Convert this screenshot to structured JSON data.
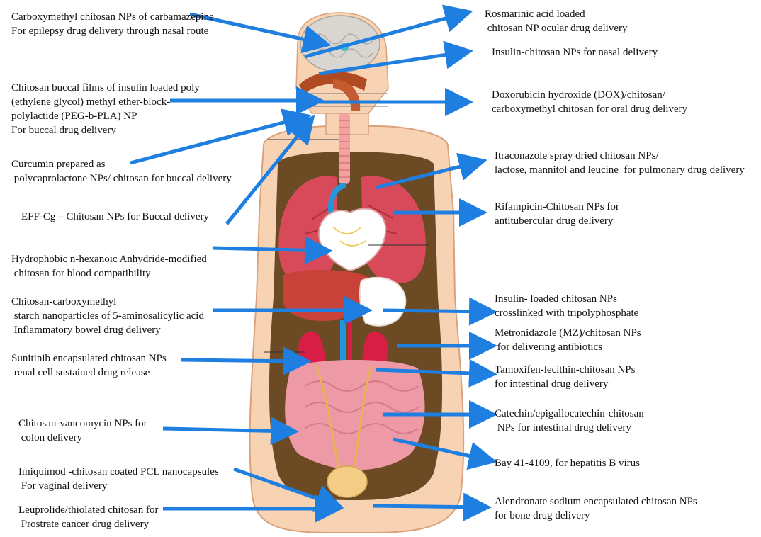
{
  "colors": {
    "arrow": "#1f7fe0",
    "skin": "#f8d3b3",
    "skin_edge": "#d9a27c",
    "cavity": "#6b4a24",
    "organ_red": "#d84a5a",
    "organ_pink": "#ee9aa6",
    "liver": "#c9423a",
    "kidney": "#d81e44",
    "vessel_blue": "#2596d8",
    "ureter": "#e8b352",
    "bladder": "#f3cd86",
    "brain": "#d9d6d2"
  },
  "labels": [
    {
      "id": "carbamazepine",
      "text": "Carboxymethyl chitosan NPs of carbamazepine\nFor epilepsy drug delivery through nasal route"
    },
    {
      "id": "insulin-buccal",
      "text": "Chitosan buccal films of insulin loaded poly\n(ethylene glycol) methyl ether-block-\npolylactide (PEG-b-PLA) NP\nFor buccal drug delivery"
    },
    {
      "id": "curcumin",
      "text": "Curcumin prepared as\n polycaprolactone NPs/ chitosan for buccal delivery"
    },
    {
      "id": "eff-cg",
      "text": "EFF-Cg – Chitosan NPs for Buccal delivery"
    },
    {
      "id": "hexanoic",
      "text": "Hydrophobic n-hexanoic Anhydride-modified\n chitosan for blood compatibility"
    },
    {
      "id": "aminosalicylic",
      "text": "Chitosan-carboxymethyl\n starch nanoparticles of 5-aminosalicylic acid\n Inflammatory bowel drug delivery"
    },
    {
      "id": "sunitinib",
      "text": "Sunitinib encapsulated chitosan NPs\n renal cell sustained drug release"
    },
    {
      "id": "vancomycin",
      "text": "Chitosan-vancomycin NPs for\n colon delivery"
    },
    {
      "id": "imiquimod",
      "text": "Imiquimod -chitosan coated PCL nanocapsules\n For vaginal delivery"
    },
    {
      "id": "leuprolide",
      "text": "Leuprolide/thiolated chitosan for\n Prostrate cancer drug delivery"
    },
    {
      "id": "rosmarinic",
      "text": "Rosmarinic acid loaded\n chitosan NP ocular drug delivery"
    },
    {
      "id": "insulin-nasal",
      "text": "Insulin-chitosan NPs for nasal delivery"
    },
    {
      "id": "doxorubicin",
      "text": "Doxorubicin hydroxide (DOX)/chitosan/\ncarboxymethyl chitosan for oral drug delivery"
    },
    {
      "id": "itraconazole",
      "text": "Itraconazole spray dried chitosan NPs/\nlactose, mannitol and leucine  for pulmonary drug delivery"
    },
    {
      "id": "rifampicin",
      "text": "Rifampicin-Chitosan NPs for\nantitubercular drug delivery"
    },
    {
      "id": "insulin-tpp",
      "text": "Insulin- loaded chitosan NPs\ncrosslinked with tripolyphosphate"
    },
    {
      "id": "metronidazole",
      "text": "Metronidazole (MZ)/chitosan NPs\n for delivering antibiotics"
    },
    {
      "id": "tamoxifen",
      "text": "Tamoxifen-lecithin-chitosan NPs\nfor intestinal drug delivery"
    },
    {
      "id": "catechin",
      "text": "Catechin/epigallocatechin-chitosan\n NPs for intestinal drug delivery"
    },
    {
      "id": "bay",
      "text": "Bay 41-4109, for hepatitis B virus"
    },
    {
      "id": "alendronate",
      "text": "Alendronate sodium encapsulated chitosan NPs\nfor bone drug delivery"
    }
  ]
}
